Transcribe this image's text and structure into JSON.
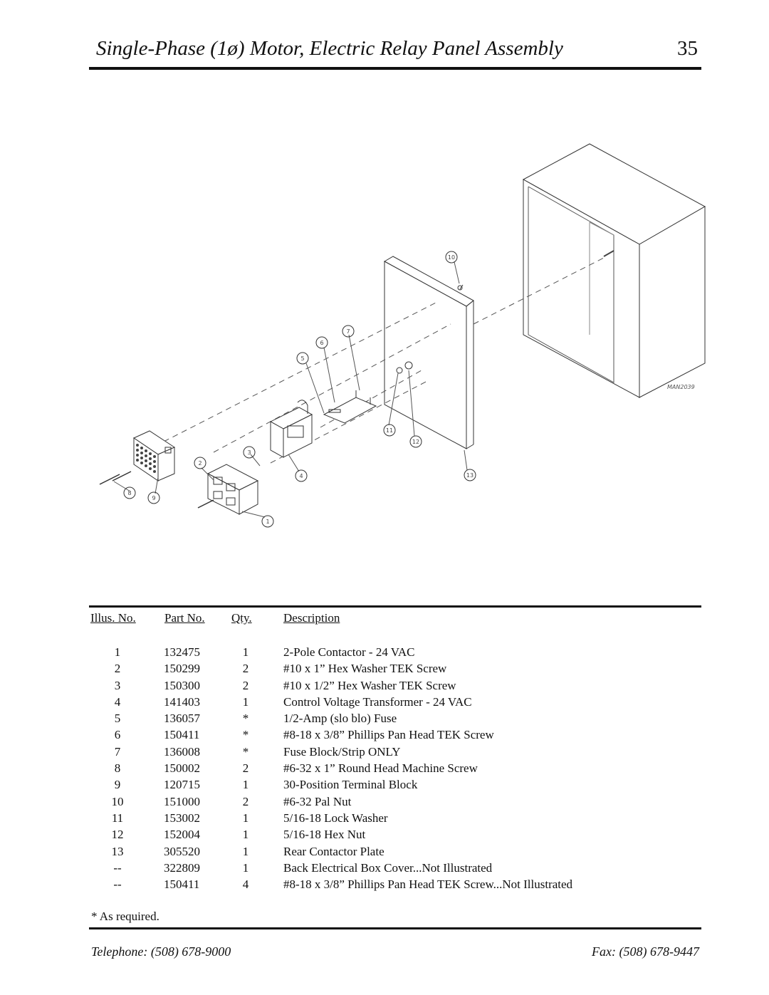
{
  "header": {
    "title": "Single-Phase (1ø) Motor, Electric Relay Panel Assembly",
    "page_number": "35"
  },
  "diagram": {
    "callouts": [
      "1",
      "2",
      "3",
      "4",
      "5",
      "6",
      "7",
      "8",
      "9",
      "10",
      "11",
      "12",
      "13"
    ],
    "drawing_id": "MAN2039"
  },
  "table": {
    "headers": {
      "illus": "Illus. No.",
      "part": "Part No.",
      "qty": "Qty.",
      "desc": "Description"
    },
    "rows": [
      {
        "illus": "1",
        "part": "132475",
        "qty": "1",
        "desc": "2-Pole Contactor - 24 VAC"
      },
      {
        "illus": "2",
        "part": "150299",
        "qty": "2",
        "desc": "#10 x 1” Hex Washer TEK Screw"
      },
      {
        "illus": "3",
        "part": "150300",
        "qty": "2",
        "desc": "#10 x 1/2” Hex Washer TEK Screw"
      },
      {
        "illus": "4",
        "part": "141403",
        "qty": "1",
        "desc": "Control Voltage Transformer - 24 VAC"
      },
      {
        "illus": "5",
        "part": "136057",
        "qty": "*",
        "desc": "1/2-Amp (slo blo) Fuse"
      },
      {
        "illus": "6",
        "part": "150411",
        "qty": "*",
        "desc": "#8-18 x 3/8” Phillips Pan Head TEK Screw"
      },
      {
        "illus": "7",
        "part": "136008",
        "qty": "*",
        "desc": "Fuse Block/Strip ONLY"
      },
      {
        "illus": "8",
        "part": "150002",
        "qty": "2",
        "desc": "#6-32 x 1” Round Head Machine Screw"
      },
      {
        "illus": "9",
        "part": "120715",
        "qty": "1",
        "desc": "30-Position Terminal Block"
      },
      {
        "illus": "10",
        "part": "151000",
        "qty": "2",
        "desc": "#6-32 Pal Nut"
      },
      {
        "illus": "11",
        "part": "153002",
        "qty": "1",
        "desc": "5/16-18 Lock Washer"
      },
      {
        "illus": "12",
        "part": "152004",
        "qty": "1",
        "desc": "5/16-18 Hex Nut"
      },
      {
        "illus": "13",
        "part": "305520",
        "qty": "1",
        "desc": "Rear Contactor Plate"
      },
      {
        "illus": "--",
        "part": "322809",
        "qty": "1",
        "desc": "Back Electrical Box Cover...Not Illustrated"
      },
      {
        "illus": "--",
        "part": "150411",
        "qty": "4",
        "desc": "#8-18 x 3/8” Phillips Pan Head TEK Screw...Not Illustrated"
      }
    ]
  },
  "footnote": "*   As required.",
  "footer": {
    "telephone": "Telephone: (508) 678-9000",
    "fax": "Fax: (508) 678-9447"
  }
}
